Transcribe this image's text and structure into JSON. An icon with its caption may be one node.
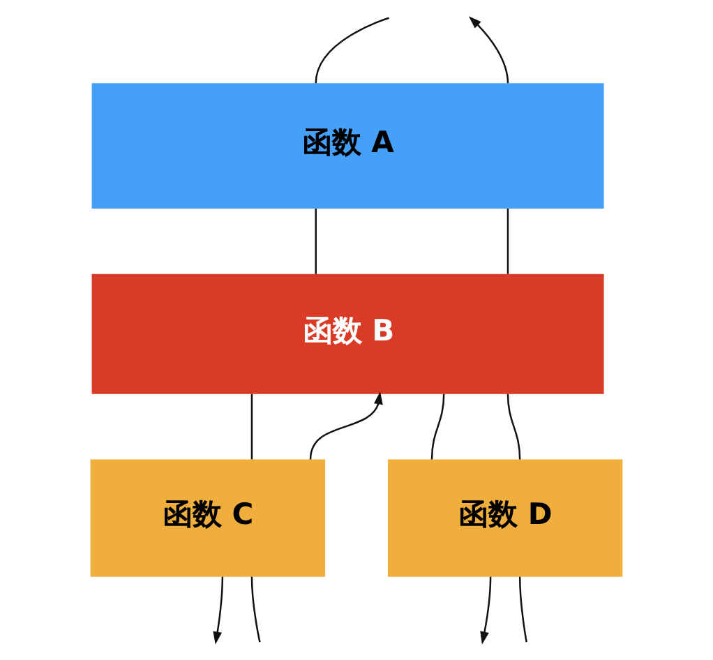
{
  "diagram": {
    "nodes": [
      {
        "text": [
          "函数 A"
        ]
      },
      {
        "text": [
          "函数 B"
        ]
      },
      {
        "text": [
          "函数 C"
        ]
      },
      {
        "text": [
          "函数 D"
        ]
      }
    ],
    "edges": [
      {
        "from": 0,
        "to": null,
        "arrow": "none"
      },
      {
        "from": 0,
        "to": 1,
        "arrow": "none"
      },
      {
        "from": 1,
        "to": 2,
        "arrow": "none"
      },
      {
        "from": 2,
        "to": null,
        "arrow": "none"
      },
      {
        "from": 2,
        "to": null,
        "arrow": "to"
      },
      {
        "from": 2,
        "to": 1,
        "arrow": "to"
      },
      {
        "from": 1,
        "to": 3,
        "arrow": "none"
      },
      {
        "from": 3,
        "to": null,
        "arrow": "none"
      },
      {
        "from": 3,
        "to": null,
        "arrow": "to"
      },
      {
        "from": 1,
        "to": 3,
        "arrow": "none"
      },
      {
        "from": 0,
        "to": 1,
        "arrow": "none"
      },
      {
        "from": 0,
        "to": null,
        "arrow": "to"
      }
    ]
  }
}
